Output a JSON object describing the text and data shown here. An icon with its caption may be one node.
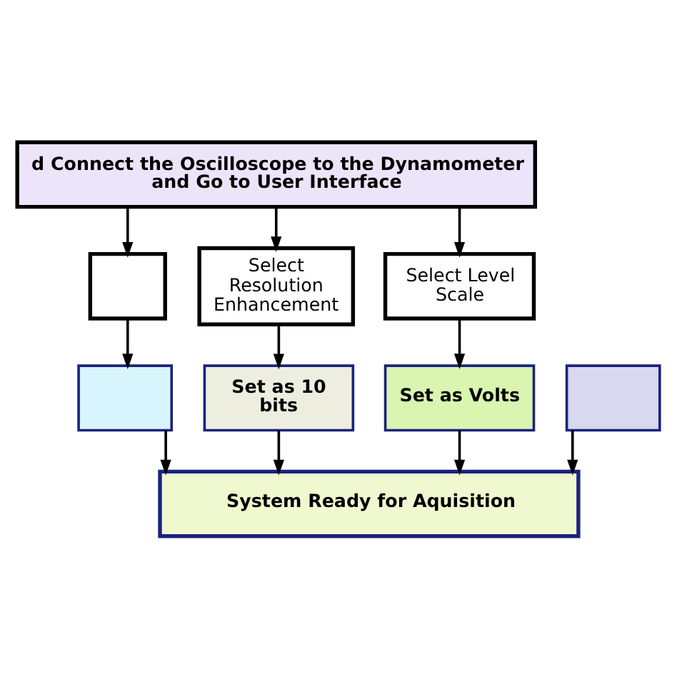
{
  "diagram": {
    "nodes": [
      {
        "text": [
          "d Connect the Oscilloscope to the Dynamometer and Go to User Interface"
        ]
      },
      {
        "text": [],
        "shape": "box"
      },
      {
        "text": [
          "Select Resolution Enhancement"
        ]
      },
      {
        "text": [
          "Select Level Scale"
        ]
      },
      {
        "text": [],
        "shape": "box"
      },
      {
        "text": [
          "Set as 10 bits"
        ]
      },
      {
        "text": [
          "Set as Volts"
        ]
      },
      {
        "text": [],
        "shape": "box"
      },
      {
        "text": [
          "System Ready for Aquisition"
        ]
      }
    ],
    "edges": [
      {
        "from": 0,
        "to": 1,
        "arrow": "to"
      },
      {
        "from": 0,
        "to": 2,
        "arrow": "to"
      },
      {
        "from": 0,
        "to": 3,
        "arrow": "to"
      },
      {
        "from": 1,
        "to": 4,
        "arrow": "to"
      },
      {
        "from": 2,
        "to": 5,
        "arrow": "to"
      },
      {
        "from": 3,
        "to": 6,
        "arrow": "to"
      },
      {
        "from": 4,
        "to": 8,
        "arrow": "to"
      },
      {
        "from": 5,
        "to": 8,
        "arrow": "to"
      },
      {
        "from": 6,
        "to": 8,
        "arrow": "to"
      },
      {
        "from": 7,
        "to": 8,
        "arrow": "to"
      }
    ]
  }
}
